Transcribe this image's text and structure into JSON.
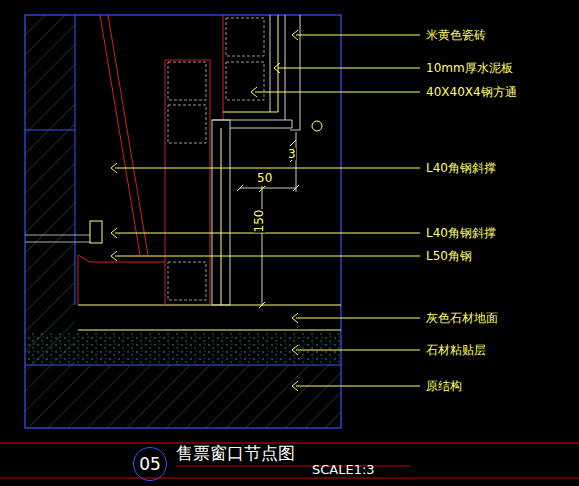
{
  "diagram": {
    "title": "售票窗口节点图",
    "nodes": [
      {
        "text": [
          "05"
        ]
      }
    ],
    "labels": [
      "米黄色瓷砖",
      "10mm厚水泥板",
      "40X40X4钢方通",
      "3",
      "L40角钢斜撑",
      "50",
      "L40角钢斜撑",
      "L50角钢",
      "150",
      "灰色石材地面",
      "石材粘贴层",
      "原结构",
      "SCALE1:3"
    ]
  }
}
